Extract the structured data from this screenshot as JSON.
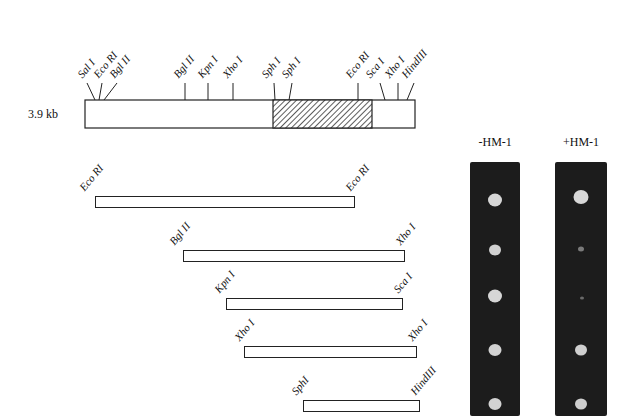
{
  "diagram": {
    "nodes": [
      {
        "text": [
          "Eco RI",
          "Eco RI"
        ]
      },
      {
        "text": [
          "Bgl II",
          "Xho I"
        ]
      },
      {
        "text": [
          "Kpn I",
          "Sca I"
        ]
      },
      {
        "text": [
          "Xho I",
          "Xho I"
        ]
      },
      {
        "text": [
          "SphI",
          "HindIII"
        ]
      },
      {
        "text": [
          "-HM-1"
        ]
      },
      {
        "text": [
          "+HM-1"
        ]
      }
    ],
    "labels": [
      "Sal I",
      "Eco RI",
      "Bgl II",
      "Bgl II",
      "Kpn I",
      "Xho I",
      "Sph I",
      "Sph I",
      "Eco RI",
      "Sca I",
      "Xho I",
      "HindIII",
      "3.9 kb"
    ]
  }
}
